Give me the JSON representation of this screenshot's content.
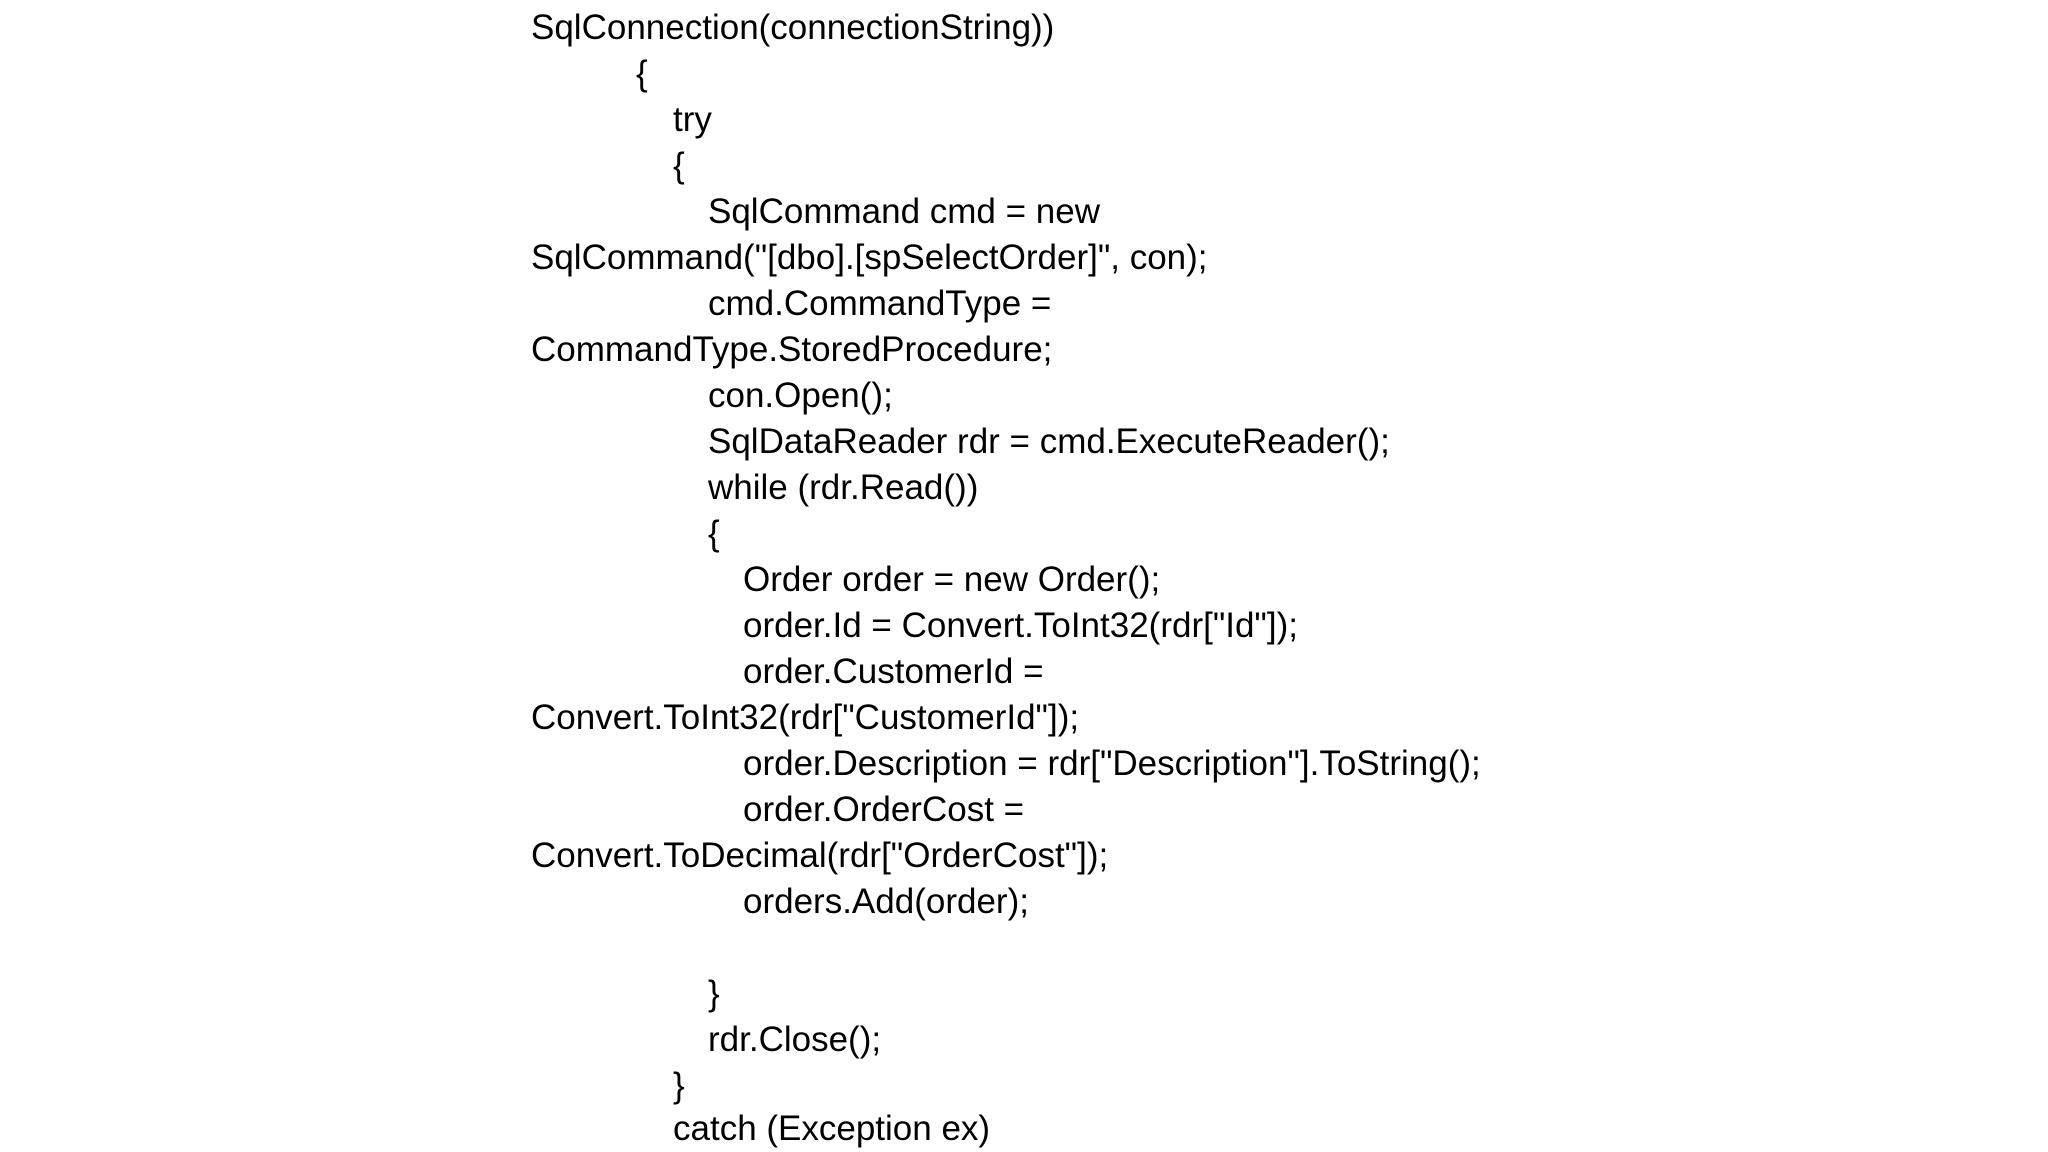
{
  "code": {
    "lines": [
      "SqlConnection(connectionString))",
      "{",
      "try",
      "{",
      "SqlCommand cmd = new",
      "SqlCommand(\"[dbo].[spSelectOrder]\", con);",
      "cmd.CommandType =",
      "CommandType.StoredProcedure;",
      "con.Open();",
      "SqlDataReader rdr = cmd.ExecuteReader();",
      "while (rdr.Read())",
      "{",
      "Order order = new Order();",
      "order.Id = Convert.ToInt32(rdr[\"Id\"]);",
      "order.CustomerId =",
      "Convert.ToInt32(rdr[\"CustomerId\"]);",
      "order.Description = rdr[\"Description\"].ToString();",
      "order.OrderCost =",
      "Convert.ToDecimal(rdr[\"OrderCost\"]);",
      "orders.Add(order);",
      "}",
      "rdr.Close();",
      "}",
      "catch (Exception ex)"
    ]
  },
  "colors": {
    "background": "#ffffff",
    "text": "#000000"
  }
}
